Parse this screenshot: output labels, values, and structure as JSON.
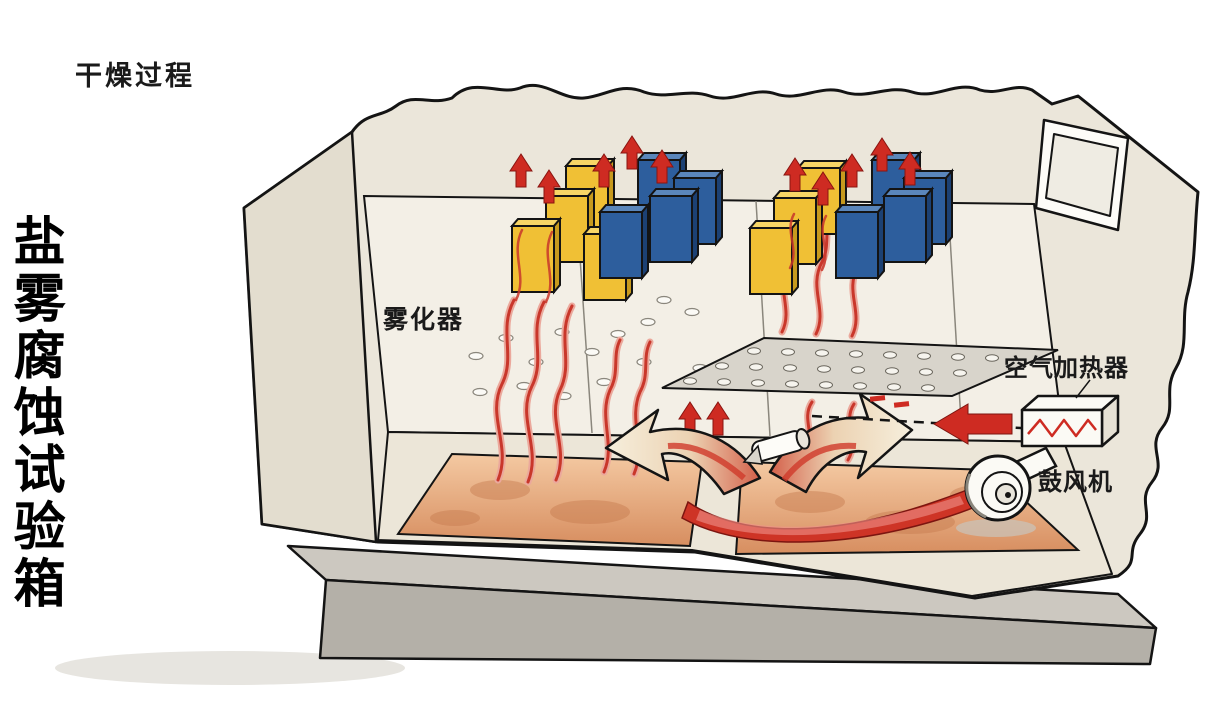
{
  "page": {
    "background": "#ffffff"
  },
  "diagram": {
    "side_title": "盐雾腐蚀试验箱",
    "process_label": "干燥过程",
    "labels": {
      "atomizer": "雾化器",
      "air_heater": "空气加热器",
      "blower": "鼓风机"
    },
    "colors": {
      "chamber_body": "#ebe6da",
      "interior_wall": "#f3efe6",
      "specimen_yellow": "#f0c035",
      "specimen_blue": "#2d5e9d",
      "flow_red": "#ce2b22",
      "tray_orange": "#e3a077",
      "base_gray": "#b4b0a8",
      "plate_gray": "#d8d4cb"
    }
  }
}
